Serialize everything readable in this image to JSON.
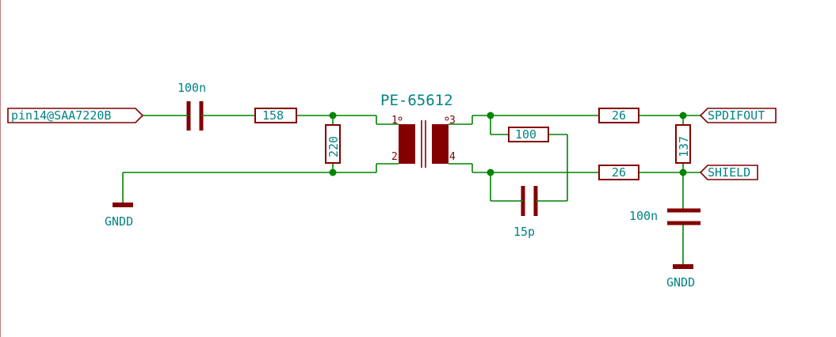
{
  "input_port": "pin14@SAA7220B",
  "output_port_signal": "SPDIFOUT",
  "output_port_shield": "SHIELD",
  "transformer": {
    "name": "PE-65612",
    "pin1": "1",
    "pin2": "2",
    "pin3": "3",
    "pin4": "4"
  },
  "components": {
    "c_input": "100n",
    "r_series_in": "158",
    "r_shunt_in": "220",
    "r_snubber": "100",
    "c_snubber": "15p",
    "r_out_top": "26",
    "r_out_bottom": "26",
    "r_termination": "137",
    "c_shield": "100n"
  },
  "ground_left": "GNDD",
  "ground_right": "GNDD",
  "colors": {
    "wire": "#008400",
    "component": "#840000",
    "label": "#008484"
  }
}
